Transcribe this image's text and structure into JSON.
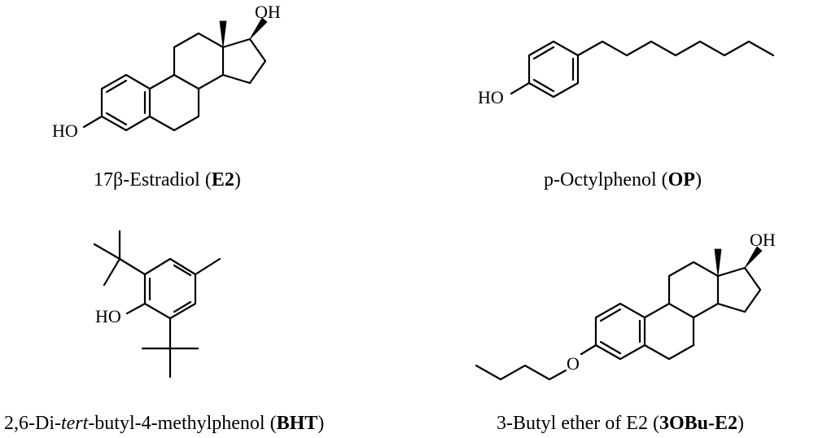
{
  "atom_labels": {
    "e2_oh_top": "OH",
    "e2_ho": "HO",
    "op_ho": "HO",
    "bht_ho": "HO",
    "obu_oh": "OH",
    "obu_o": "O"
  },
  "captions": {
    "e2": {
      "text": "17β-Estradiol (",
      "bold": "E2",
      "close": ")"
    },
    "op": {
      "text": "p-Octylphenol (",
      "bold": "OP",
      "close": ")"
    },
    "bht": {
      "pre": "2,6-Di-",
      "italic": "tert",
      "post": "-butyl-4-methylphenol (",
      "bold": "BHT",
      "close": ")"
    },
    "obu": {
      "text": "3-Butyl ether of E2 (",
      "bold": "3OBu-E2",
      "close": ")"
    }
  }
}
